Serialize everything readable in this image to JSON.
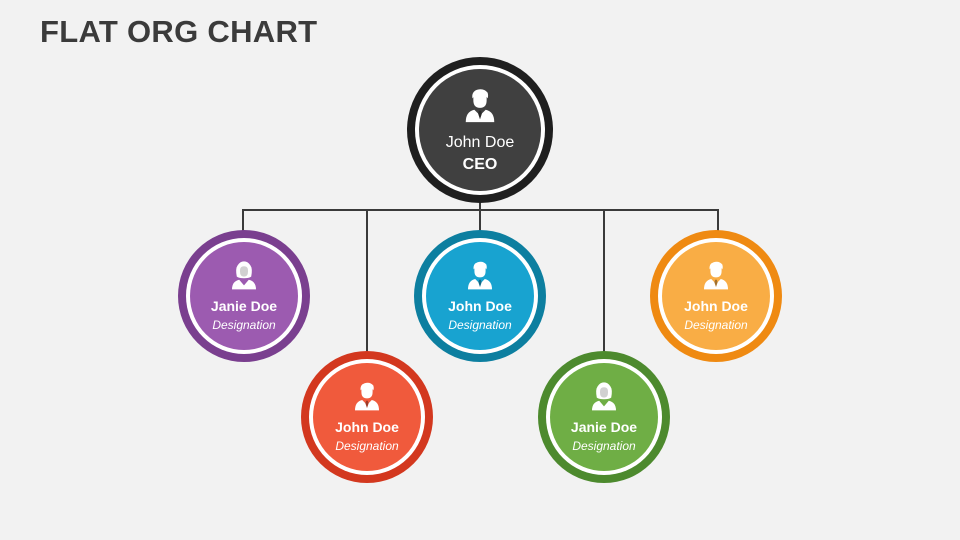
{
  "title": "FLAT ORG CHART",
  "colors": {
    "ceo": {
      "ring": "#1f1f1f",
      "fill": "#404040"
    },
    "purple": {
      "ring": "#7a3f8f",
      "fill": "#9c5bb0"
    },
    "red": {
      "ring": "#d3381f",
      "fill": "#f05a3c"
    },
    "blue": {
      "ring": "#0d7fa0",
      "fill": "#18a3d0"
    },
    "green": {
      "ring": "#4d8a2e",
      "fill": "#6fae45"
    },
    "orange": {
      "ring": "#ef8a12",
      "fill": "#f9ad45"
    }
  },
  "ceo": {
    "name": "John Doe",
    "role": "CEO",
    "avatar": "male-user-icon"
  },
  "members": [
    {
      "name": "Janie Doe",
      "role": "Designation",
      "avatar": "female-user-icon",
      "color": "purple"
    },
    {
      "name": "John Doe",
      "role": "Designation",
      "avatar": "male-user-icon",
      "color": "red"
    },
    {
      "name": "John Doe",
      "role": "Designation",
      "avatar": "male-user-icon",
      "color": "blue"
    },
    {
      "name": "Janie Doe",
      "role": "Designation",
      "avatar": "female-user-icon",
      "color": "green"
    },
    {
      "name": "John Doe",
      "role": "Designation",
      "avatar": "male-user-icon",
      "color": "orange"
    }
  ]
}
